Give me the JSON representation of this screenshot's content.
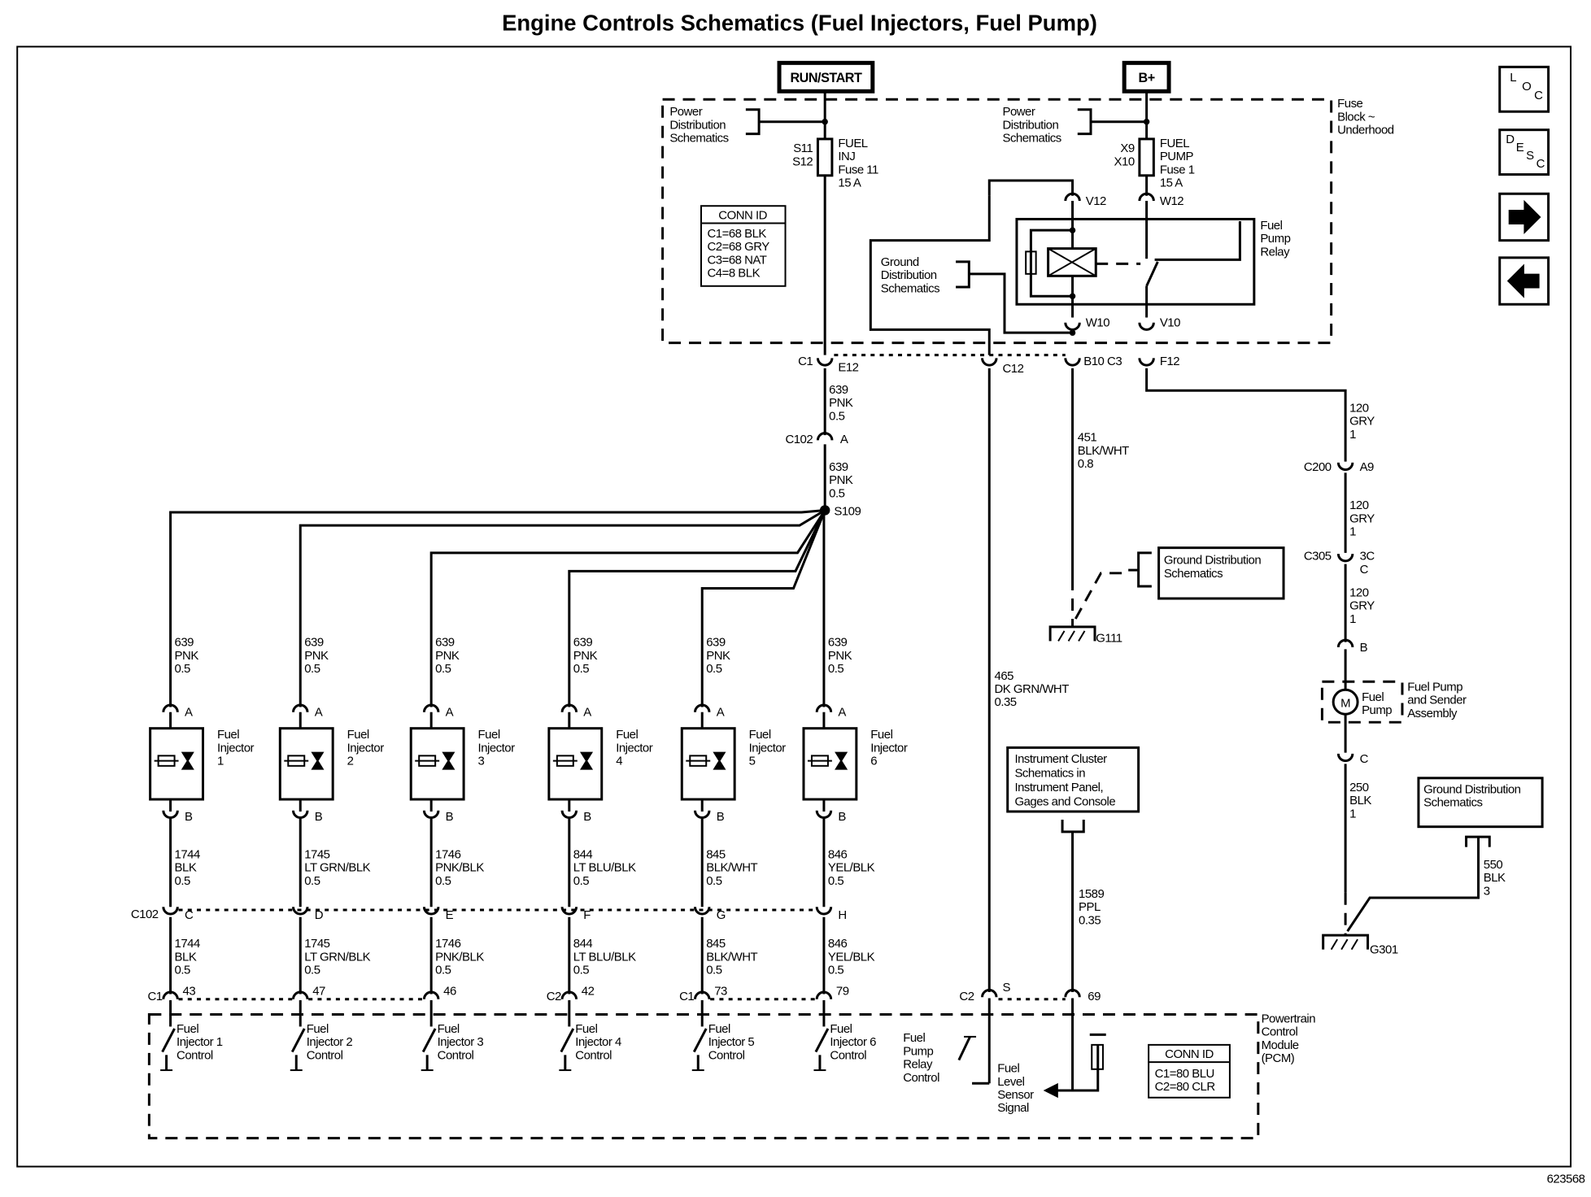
{
  "title": "Engine Controls Schematics (Fuel Injectors, Fuel Pump)",
  "figure_number": "623568",
  "nav": {
    "loc": [
      "L",
      "O",
      "C"
    ],
    "desc": [
      "D",
      "E",
      "S",
      "C"
    ],
    "next_icon": "arrow-right-icon",
    "prev_icon": "arrow-left-icon"
  },
  "power": {
    "run_start": "RUN/START",
    "b_plus": "B+"
  },
  "fuse_block": [
    "Fuse",
    "Block ~",
    "Underhood"
  ],
  "power_dist": [
    "Power",
    "Distribution",
    "Schematics"
  ],
  "fuse_inj": {
    "pins": [
      "S11",
      "S12"
    ],
    "lines": [
      "FUEL",
      "INJ",
      "Fuse 11",
      "15 A"
    ]
  },
  "fuse_pump": {
    "pins": [
      "X9",
      "X10"
    ],
    "lines": [
      "FUEL",
      "PUMP",
      "Fuse 1",
      "15 A"
    ]
  },
  "conn_id_top": {
    "header": "CONN ID",
    "rows": [
      "C1=68 BLK",
      "C2=68 GRY",
      "C3=68 NAT",
      "C4=8 BLK"
    ]
  },
  "relay": {
    "label": [
      "Fuel",
      "Pump",
      "Relay"
    ],
    "v12": "V12",
    "w12": "W12",
    "w10": "W10",
    "v10": "V10"
  },
  "ground_dist": [
    "Ground",
    "Distribution",
    "Schematics"
  ],
  "ground_dist_box": [
    "Ground Distribution",
    "Schematics"
  ],
  "fuse_conn": {
    "c1": "C1",
    "e12": "E12",
    "c12": "C12",
    "b10_c3": "B10  C3",
    "f12": "F12"
  },
  "main_wire": {
    "upper": [
      "639",
      "PNK",
      "0.5"
    ],
    "c102": "C102",
    "c102_pin": "A",
    "lower": [
      "639",
      "PNK",
      "0.5"
    ],
    "splice": "S109"
  },
  "relay_ground_wire": [
    "451",
    "BLK/WHT",
    "0.8"
  ],
  "g111": "G111",
  "pump_wire": {
    "seg1": [
      "120",
      "GRY",
      "1"
    ],
    "c200": "C200",
    "c200_pin": "A9",
    "seg2": [
      "120",
      "GRY",
      "1"
    ],
    "c305": "C305",
    "c305_pins": [
      "3C",
      "C"
    ],
    "seg3": [
      "120",
      "GRY",
      "1"
    ],
    "pin_b": "B",
    "motor": "M",
    "motor_label": [
      "Fuel",
      "Pump"
    ],
    "assembly": [
      "Fuel Pump",
      "and Sender",
      "Assembly"
    ],
    "pin_c": "C",
    "ground_wire": [
      "250",
      "BLK",
      "1"
    ],
    "g301": "G301",
    "ground_wire2": [
      "550",
      "BLK",
      "3"
    ]
  },
  "relay_ctrl_wire": [
    "465",
    "DK GRN/WHT",
    "0.35"
  ],
  "cluster_box": [
    "Instrument Cluster",
    "Schematics in",
    "Instrument Panel,",
    "Gages and Console"
  ],
  "level_wire": [
    "1589",
    "PPL",
    "0.35"
  ],
  "c102_label": "C102",
  "injectors": [
    {
      "label": [
        "Fuel",
        "Injector",
        "1"
      ],
      "wire_up": [
        "639",
        "PNK",
        "0.5"
      ],
      "pin_a": "A",
      "pin_b": "B",
      "wire_mid": [
        "1744",
        "BLK",
        "0.5"
      ],
      "c102_pin": "C",
      "wire_low": [
        "1744",
        "BLK",
        "0.5"
      ],
      "pcm_conn": "C1",
      "pcm_pin": "43",
      "control": [
        "Fuel",
        "Injector 1",
        "Control"
      ]
    },
    {
      "label": [
        "Fuel",
        "Injector",
        "2"
      ],
      "wire_up": [
        "639",
        "PNK",
        "0.5"
      ],
      "pin_a": "A",
      "pin_b": "B",
      "wire_mid": [
        "1745",
        "LT GRN/BLK",
        "0.5"
      ],
      "c102_pin": "D",
      "wire_low": [
        "1745",
        "LT GRN/BLK",
        "0.5"
      ],
      "pcm_conn": "",
      "pcm_pin": "47",
      "control": [
        "Fuel",
        "Injector 2",
        "Control"
      ]
    },
    {
      "label": [
        "Fuel",
        "Injector",
        "3"
      ],
      "wire_up": [
        "639",
        "PNK",
        "0.5"
      ],
      "pin_a": "A",
      "pin_b": "B",
      "wire_mid": [
        "1746",
        "PNK/BLK",
        "0.5"
      ],
      "c102_pin": "E",
      "wire_low": [
        "1746",
        "PNK/BLK",
        "0.5"
      ],
      "pcm_conn": "",
      "pcm_pin": "46",
      "control": [
        "Fuel",
        "Injector 3",
        "Control"
      ]
    },
    {
      "label": [
        "Fuel",
        "Injector",
        "4"
      ],
      "wire_up": [
        "639",
        "PNK",
        "0.5"
      ],
      "pin_a": "A",
      "pin_b": "B",
      "wire_mid": [
        "844",
        "LT BLU/BLK",
        "0.5"
      ],
      "c102_pin": "F",
      "wire_low": [
        "844",
        "LT BLU/BLK",
        "0.5"
      ],
      "pcm_conn": "C2",
      "pcm_pin": "42",
      "control": [
        "Fuel",
        "Injector 4",
        "Control"
      ]
    },
    {
      "label": [
        "Fuel",
        "Injector",
        "5"
      ],
      "wire_up": [
        "639",
        "PNK",
        "0.5"
      ],
      "pin_a": "A",
      "pin_b": "B",
      "wire_mid": [
        "845",
        "BLK/WHT",
        "0.5"
      ],
      "c102_pin": "G",
      "wire_low": [
        "845",
        "BLK/WHT",
        "0.5"
      ],
      "pcm_conn": "C1",
      "pcm_pin": "73",
      "control": [
        "Fuel",
        "Injector 5",
        "Control"
      ]
    },
    {
      "label": [
        "Fuel",
        "Injector",
        "6"
      ],
      "wire_up": [
        "639",
        "PNK",
        "0.5"
      ],
      "pin_a": "A",
      "pin_b": "B",
      "wire_mid": [
        "846",
        "YEL/BLK",
        "0.5"
      ],
      "c102_pin": "H",
      "wire_low": [
        "846",
        "YEL/BLK",
        "0.5"
      ],
      "pcm_conn": "",
      "pcm_pin": "79",
      "control": [
        "Fuel",
        "Injector 6",
        "Control"
      ]
    }
  ],
  "pcm": {
    "label": [
      "Powertrain",
      "Control",
      "Module",
      "(PCM)"
    ],
    "c2": "C2",
    "pin_s": "S",
    "pin_69": "69",
    "relay_ctrl": [
      "Fuel",
      "Pump",
      "Relay",
      "Control"
    ],
    "level_signal": [
      "Fuel",
      "Level",
      "Sensor",
      "Signal"
    ],
    "conn_id": {
      "header": "CONN ID",
      "rows": [
        "C1=80 BLU",
        "C2=80 CLR"
      ]
    }
  }
}
